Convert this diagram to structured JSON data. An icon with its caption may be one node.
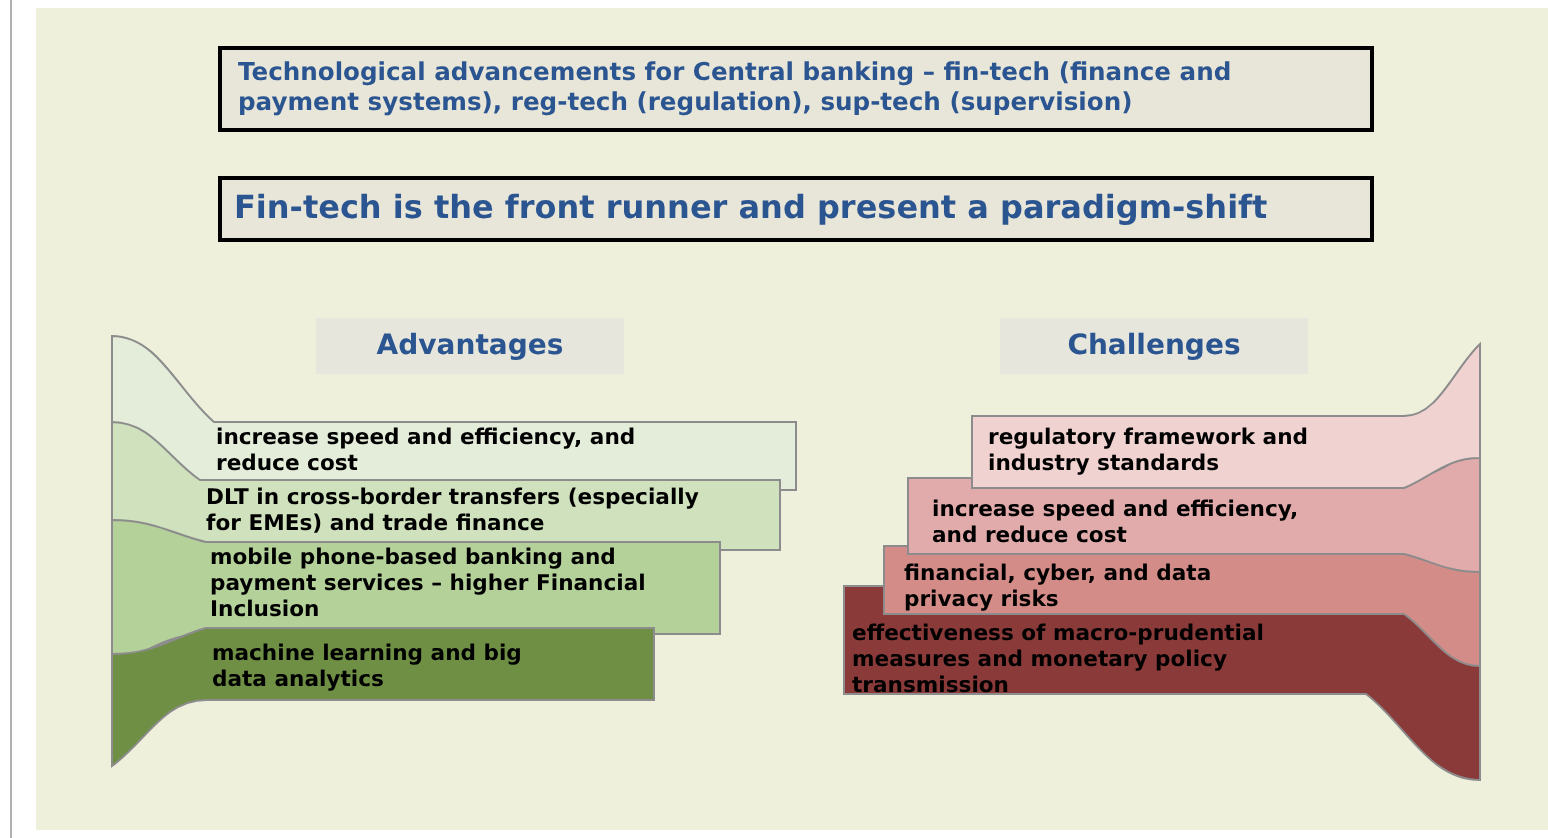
{
  "diagram": {
    "nodes": [
      {
        "text": [
          "Technological advancements for Central banking – fin-tech (finance and payment systems), reg-tech (regulation), sup-tech (supervision)"
        ]
      },
      {
        "text": [
          "Fin-tech is the front runner and present a paradigm-shift"
        ]
      },
      {
        "text": [
          "Advantages"
        ]
      },
      {
        "text": [
          "Challenges"
        ]
      },
      {
        "text": [
          "increase speed and efficiency, and reduce cost"
        ]
      },
      {
        "text": [
          "DLT in cross-border transfers (especially for EMEs) and trade finance"
        ]
      },
      {
        "text": [
          "mobile phone-based banking and payment services – higher Financial Inclusion"
        ]
      },
      {
        "text": [
          "machine learning and big data analytics"
        ]
      },
      {
        "text": [
          "regulatory framework and industry standards"
        ]
      },
      {
        "text": [
          "increase speed and efficiency, and reduce cost"
        ]
      },
      {
        "text": [
          "financial, cyber, and data privacy risks"
        ]
      },
      {
        "text": [
          "effectiveness of macro-prudential measures and monetary policy transmission"
        ]
      }
    ],
    "edges": []
  }
}
